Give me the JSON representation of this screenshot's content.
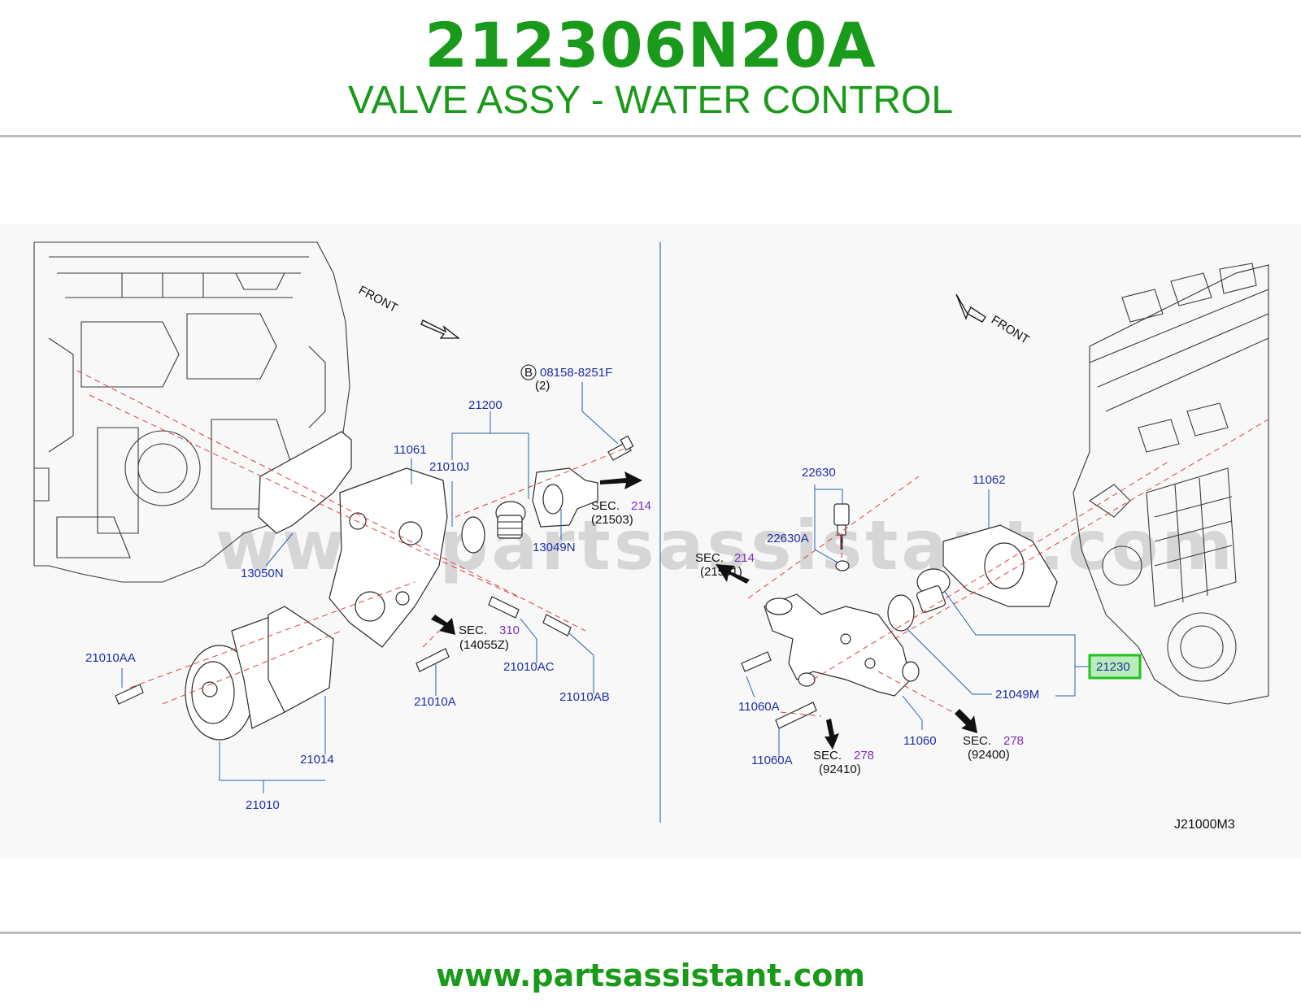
{
  "header": {
    "part_number": "212306N20A",
    "title": "VALVE ASSY - WATER CONTROL"
  },
  "footer": {
    "url": "www.partsassistant.com"
  },
  "diagram": {
    "watermark": "www.partsassistant.com",
    "drawing_code": "J21000M3",
    "front_label_left": "FRONT",
    "front_label_right": "FRONT",
    "highlight_color": "#22c122",
    "brand_color": "#1a9a1a",
    "labels": {
      "b_marker": "B",
      "bolt_08158": "08158-8251F",
      "bolt_qty": "(2)",
      "p21200": "21200",
      "p11061": "11061",
      "p21010J": "21010J",
      "p13050N": "13050N",
      "p13049N": "13049N",
      "sec_word": "SEC.",
      "sec214a_num": "214",
      "sec214a_ref": "(21503)",
      "sec310_num": "310",
      "sec310_ref": "(14055Z)",
      "p21010AA": "21010AA",
      "p21010AC": "21010AC",
      "p21010A": "21010A",
      "p21010AB": "21010AB",
      "p21014": "21014",
      "p21010": "21010",
      "p22630": "22630",
      "p22630A": "22630A",
      "p11062": "11062",
      "sec214b_num": "214",
      "sec214b_ref": "(21501)",
      "p21230": "21230",
      "p21049M": "21049M",
      "p11060A_1": "11060A",
      "p11060A_2": "11060A",
      "p11060": "11060",
      "sec278a_num": "278",
      "sec278a_ref": "(92410)",
      "sec278b_num": "278",
      "sec278b_ref": "(92400)"
    }
  }
}
